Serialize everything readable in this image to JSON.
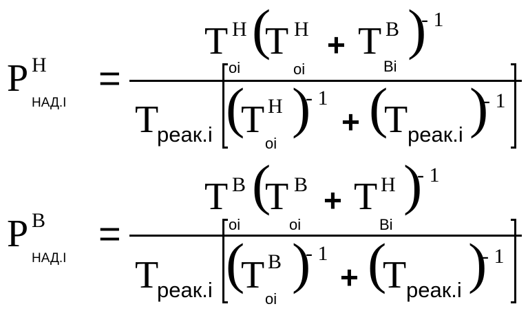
{
  "formula1": {
    "lhs": {
      "symbol": "P",
      "superscript": "Н",
      "subscript": "НАД.I"
    },
    "equals": "=",
    "numerator": {
      "t1": "T",
      "t1_sup": "Н",
      "t1_sub": "oi",
      "t2": "T",
      "t2_sup": "Н",
      "t2_sub": "oi",
      "plus": "+",
      "t3": "T",
      "t3_sup": "В",
      "t3_sub": "Bi",
      "exp": "- 1"
    },
    "denominator": {
      "t_reak": "T",
      "t_reak_sub": "реак.i",
      "t_oi": "T",
      "t_oi_sup": "Н",
      "t_oi_sub": "oi",
      "exp1": "- 1",
      "plus": "+",
      "t_reak2": "T",
      "t_reak2_sub": "реак.i",
      "exp2": "- 1"
    }
  },
  "formula2": {
    "lhs": {
      "symbol": "P",
      "superscript": "В",
      "subscript": "НАД.I"
    },
    "equals": "=",
    "numerator": {
      "t1": "T",
      "t1_sup": "В",
      "t1_sub": "oi",
      "t2": "T",
      "t2_sup": "В",
      "t2_sub": "oi",
      "plus": "+",
      "t3": "T",
      "t3_sup": "Н",
      "t3_sub": "Bi",
      "exp": "- 1"
    },
    "denominator": {
      "t_reak": "T",
      "t_reak_sub": "реак.i",
      "t_oi": "T",
      "t_oi_sup": "В",
      "t_oi_sub": "oi",
      "exp1": "- 1",
      "plus": "+",
      "t_reak2": "T",
      "t_reak2_sub": "реак.i",
      "exp2": "- 1"
    }
  }
}
